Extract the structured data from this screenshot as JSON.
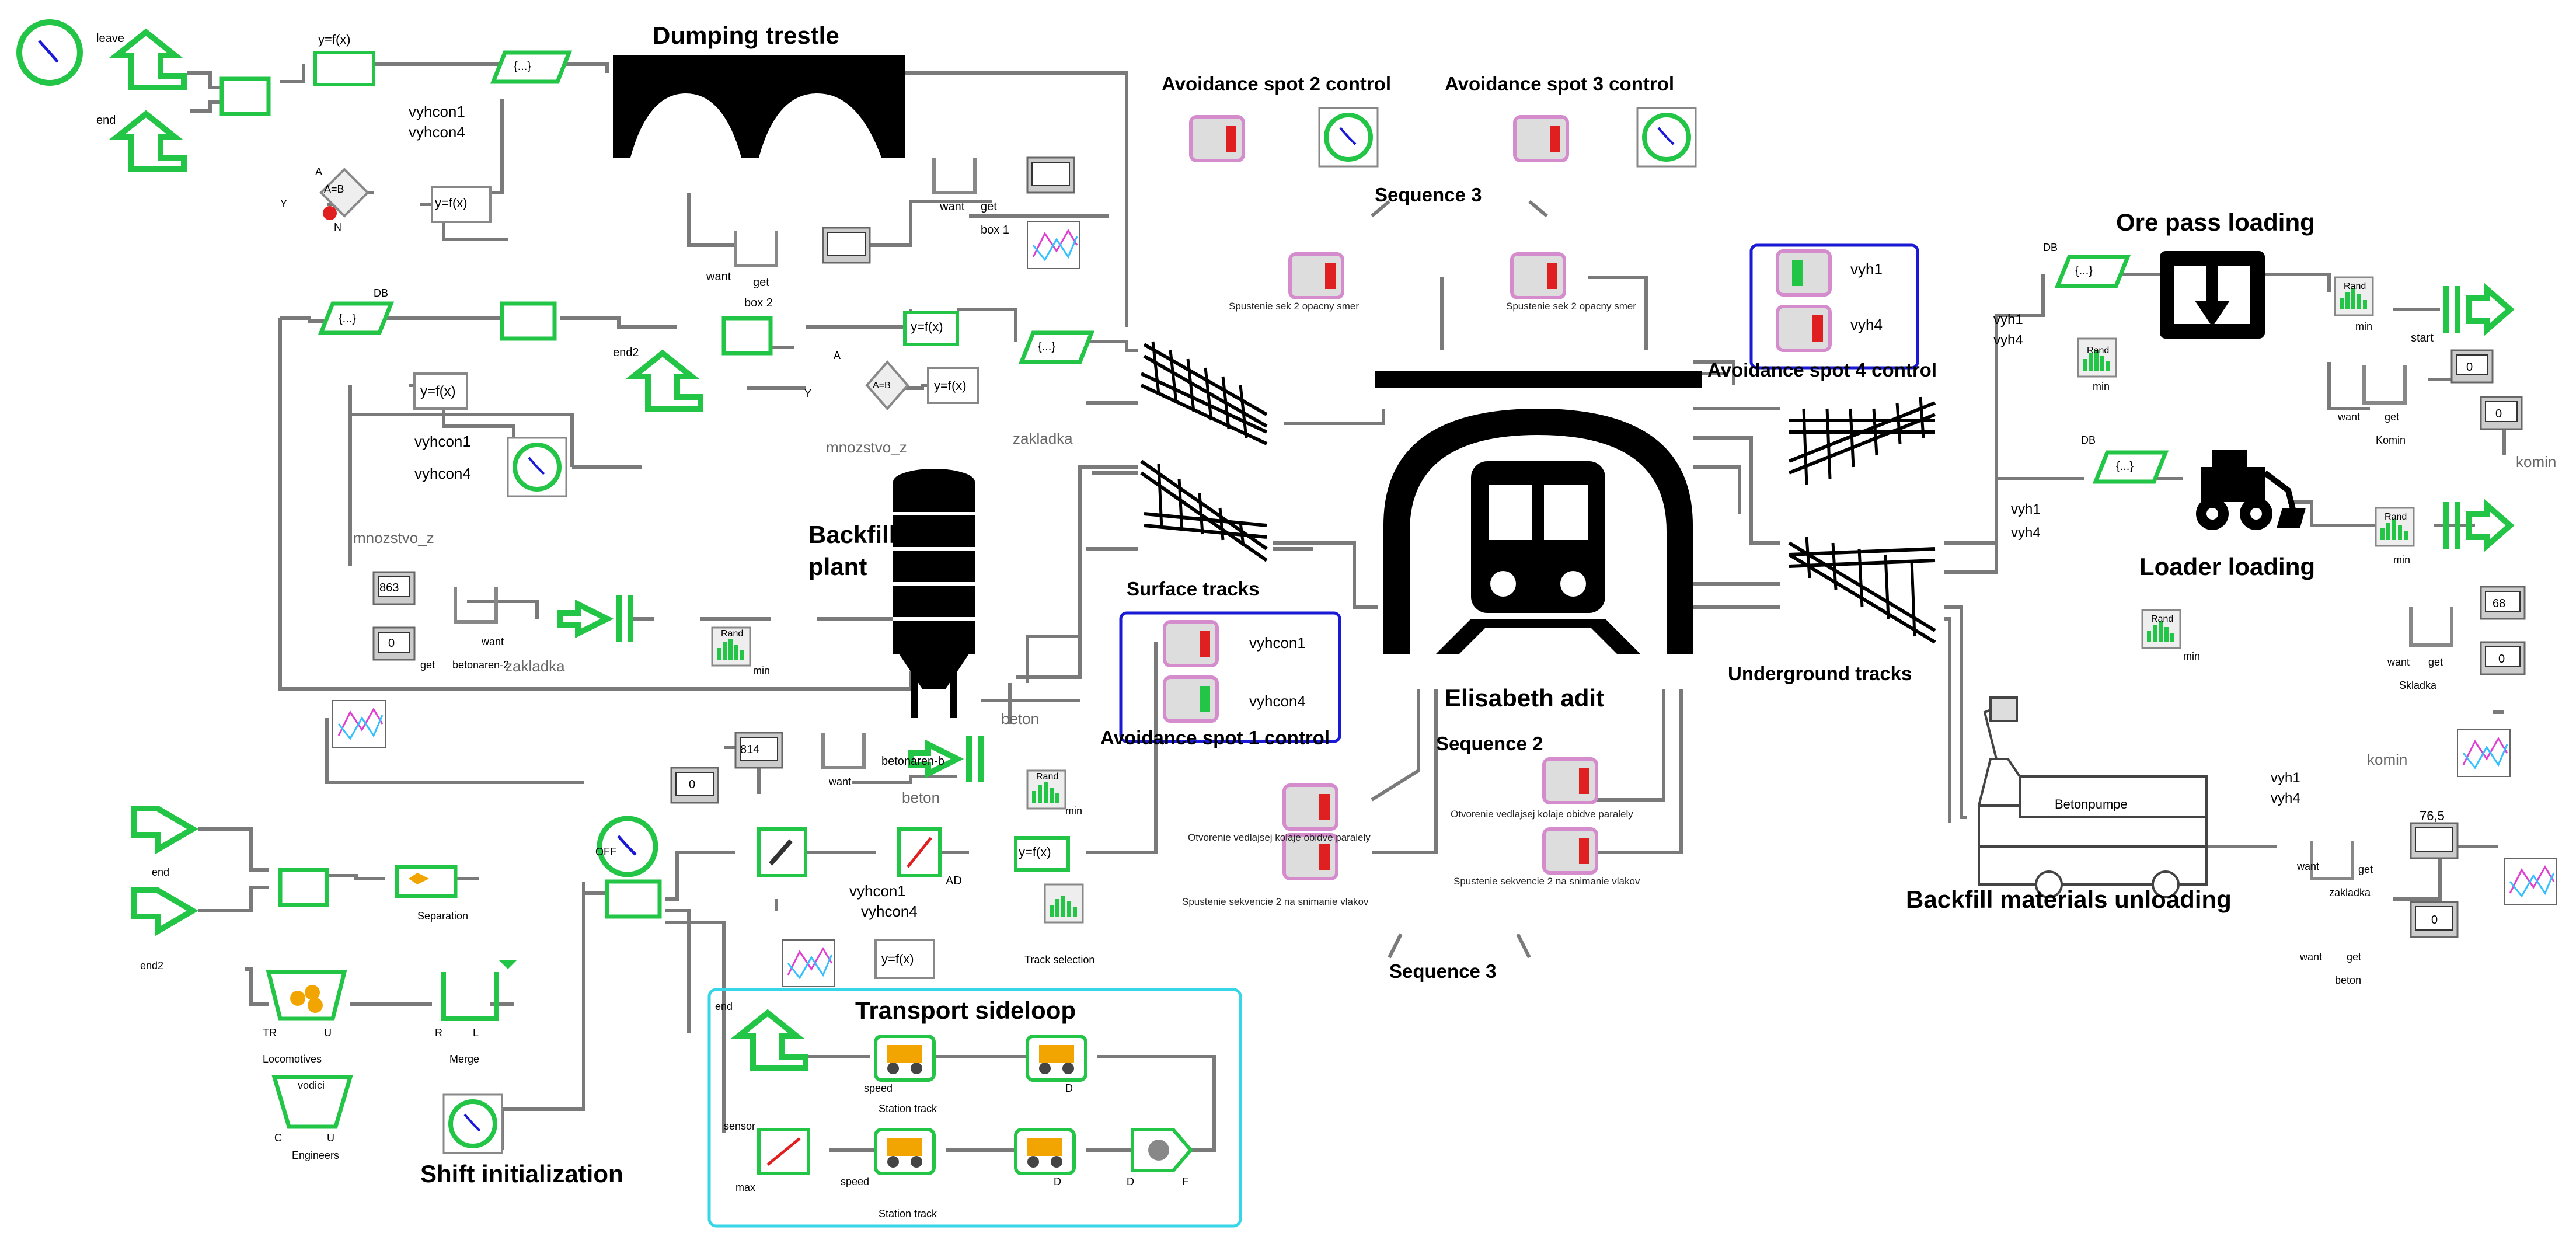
{
  "titles": {
    "dumping_trestle": "Dumping trestle",
    "avoid2": "Avoidance spot 2 control",
    "avoid3": "Avoidance spot 3 control",
    "avoid4": "Avoidance spot 4 control",
    "avoid1": "Avoidance spot 1 control",
    "ore_pass": "Ore pass loading",
    "loader": "Loader loading",
    "surface_tracks": "Surface tracks",
    "underground_tracks": "Underground tracks",
    "backfill_plant_1": "Backfill",
    "backfill_plant_2": "plant",
    "elisabeth": "Elisabeth adit",
    "seq3_top": "Sequence 3",
    "seq2": "Sequence 2",
    "seq3_bottom": "Sequence 3",
    "backfill_unloading": "Backfill materials unloading",
    "transport_sideloop": "Transport sideloop",
    "shift_init": "Shift initialization"
  },
  "labels": {
    "leave": "leave",
    "end": "end",
    "end_b": "end",
    "end2": "end2",
    "end2_b": "end2",
    "end_ts": "end",
    "vyhcon1_a": "vyhcon1",
    "vyhcon4_a": "vyhcon4",
    "vyhcon1_b": "vyhcon1",
    "vyhcon4_b": "vyhcon4",
    "vyhcon1_c": "vyhcon1",
    "vyhcon4_c": "vyhcon4",
    "vyhcon1_d": "vyhcon1",
    "vyhcon4_d": "vyhcon4",
    "fx1": "y=f(x)",
    "fx2": "y=f(x)",
    "fx3": "y=f(x)",
    "fx4": "y=f(x)",
    "fx5": "y=f(x)",
    "fx6": "y=f(x)",
    "fx7": "y=f(x)",
    "want1": "want",
    "get1": "get",
    "box1": "box 1",
    "want2": "want",
    "get2": "get",
    "box2": "box 2",
    "mnozstvo_z1": "mnozstvo_z",
    "mnozstvo_z2": "mnozstvo_z",
    "zakladka1": "zakladka",
    "zakladka2": "zakladka",
    "zakladka3": "zakladka",
    "beton1": "beton",
    "beton2": "beton",
    "beton3": "beton",
    "betonaren2": "betonaren-2",
    "betonarenb": "betonaren-b",
    "counter863": "863",
    "counter0a": "0",
    "counter814": "814",
    "counter0b": "0",
    "rand1": "Rand",
    "rand2": "Rand",
    "rand3": "Rand",
    "rand4": "Rand",
    "rand5": "Rand",
    "rand6": "Rand",
    "min1": "min",
    "min2": "min",
    "min3": "min",
    "min4": "min",
    "min5": "min",
    "min6": "min",
    "spustenie_a": "Spustenie sek 2 opacny smer",
    "spustenie_b": "Spustenie sek 2 opacny smer",
    "vyh1_a": "vyh1",
    "vyh4_a": "vyh4",
    "vyh1_b": "vyh1",
    "vyh4_b": "vyh4",
    "vyh1_c": "vyh1",
    "vyh4_c": "vyh4",
    "vyh1_d": "vyh1",
    "vyh4_d": "vyh4",
    "start": "start",
    "komin1": "Komin",
    "komin2": "komin",
    "komin3": "komin",
    "val0a": "0",
    "val0b": "0",
    "val68": "68",
    "val0c": "0",
    "val765": "76,5",
    "val0d": "0",
    "skladka": "Skladka",
    "betonpumpe": "Betonpumpe",
    "otvorenie_a": "Otvorenie vedlajsej kolaje obidve paralely",
    "otvorenie_b": "Otvorenie vedlajsej kolaje obidve paralely",
    "spustenie_sek2_a": "Spustenie sekvencie 2 na snimanie vlakov",
    "spustenie_sek2_b": "Spustenie sekvencie 2 na snimanie vlakov",
    "separation": "Separation",
    "track_selection": "Track selection",
    "locomotives": "Locomotives",
    "merge": "Merge",
    "vodici": "vodici",
    "engineers": "Engineers",
    "tr": "TR",
    "u1": "U",
    "u2": "U",
    "r": "R",
    "l": "L",
    "c": "C",
    "off1": "OFF",
    "db1": "DB",
    "db2": "DB",
    "db3": "DB",
    "ad": "AD",
    "sensor": "sensor",
    "max": "max",
    "speed1": "speed",
    "speed2": "speed",
    "station_track1": "Station track",
    "station_track2": "Station track",
    "d1": "D",
    "d2": "D",
    "d3": "D",
    "f": "F",
    "aeb1": "A=B",
    "aeb2": "A=B",
    "a1": "A",
    "a2": "A",
    "y1": "Y",
    "y2": "Y",
    "n1": "N",
    "braces1": "{...}",
    "braces2": "{...}",
    "braces3": "{...}",
    "braces4": "{...}",
    "braces5": "{...}"
  },
  "colors": {
    "green": "#22c545",
    "dark_green": "#0b8a2a",
    "blue_frame": "#1a1ad6",
    "cyan_frame": "#36d6e8",
    "pink": "#d48ccc",
    "red": "#e02020",
    "wire": "#7a7a7a"
  }
}
